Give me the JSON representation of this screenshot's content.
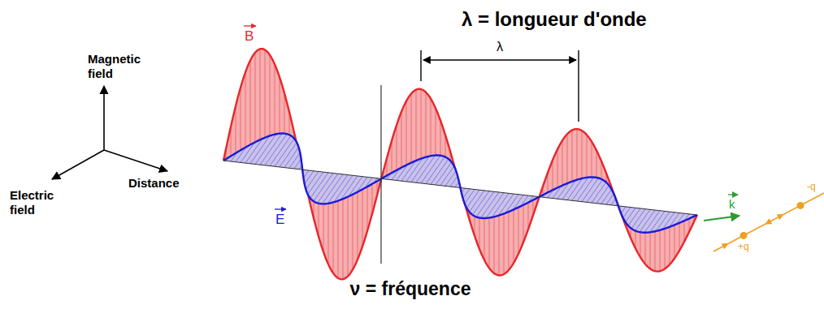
{
  "diagram": {
    "labels": [
      "λ = longueur d'onde",
      "Magnetic field",
      "Distance",
      "Electric field",
      "B",
      "λ",
      "E",
      "k",
      "+q",
      "-q",
      "ν = fréquence"
    ]
  }
}
